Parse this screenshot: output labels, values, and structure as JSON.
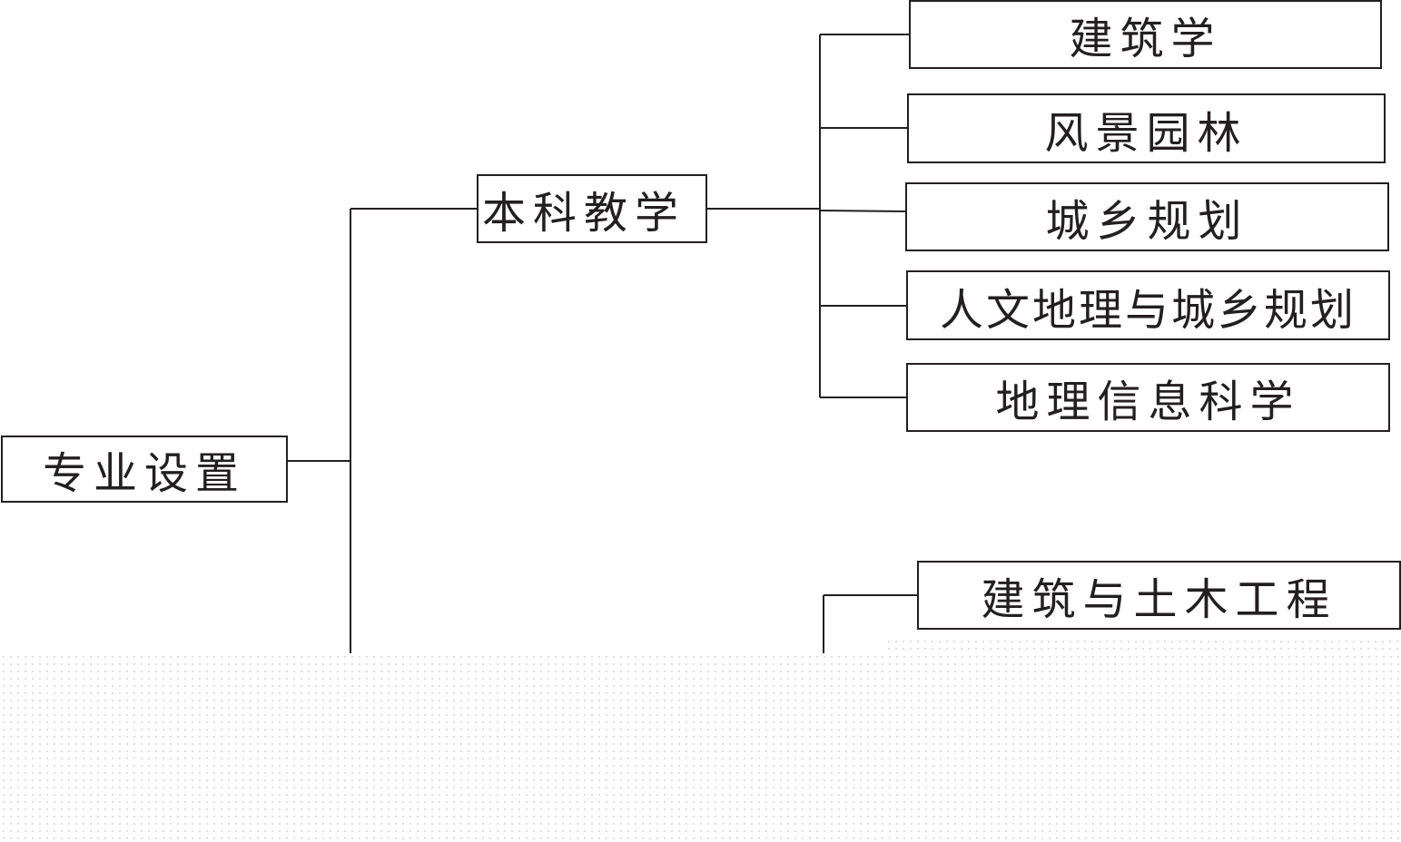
{
  "root": {
    "label": "专业设置"
  },
  "branches": [
    {
      "label": "本科教学",
      "children": [
        "建筑学",
        "风景园林",
        "城乡规划",
        "人文地理与城乡规划",
        "地理信息科学"
      ]
    },
    {
      "children": [
        "建筑与土木工程"
      ]
    }
  ]
}
